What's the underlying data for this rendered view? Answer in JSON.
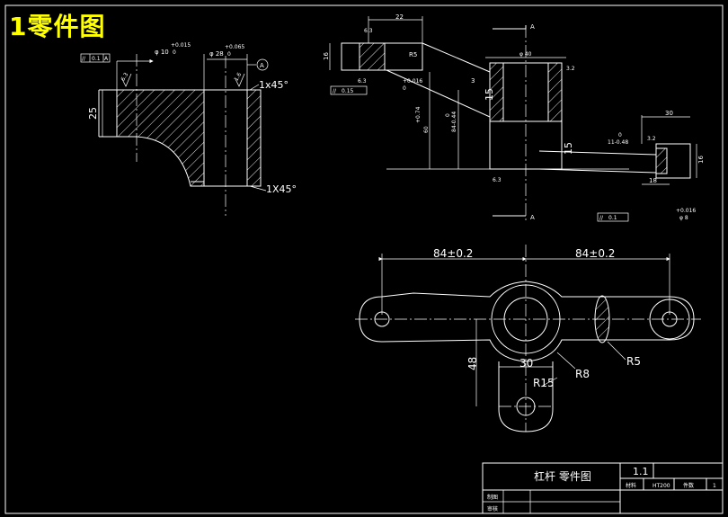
{
  "title": "1零件图",
  "colors": {
    "background": "#000000",
    "lines": "#ffffff",
    "title": "#ffff00"
  },
  "views": {
    "left_section": {
      "flatness_tol": "0.1",
      "datum": "A",
      "dia_small": "φ 10",
      "dia_small_tol_up": "+0.015",
      "dia_small_tol_low": "0",
      "dia_large": "φ 28",
      "dia_large_tol_up": "+0.065",
      "dia_large_tol_low": "0",
      "chamfer_top": "1x45°",
      "chamfer_bottom": "1X45°",
      "height": "25",
      "finish_1": "6.3",
      "finish_2": "1.6"
    },
    "right_section": {
      "dim_top": "22",
      "dim_16": "16",
      "r_small": "R5",
      "label_3": "3",
      "dim_15a": "15",
      "dim_15b": "15",
      "dim_40": "φ 40",
      "tol_015": "0.15",
      "tol_016": "+0.016",
      "tol_016_low": "0",
      "tol_46": "+0.74",
      "dim_84": "84-0.44",
      "dim_0": "0",
      "dim_60": "60",
      "dim_11": "11-0.48",
      "dim_11_up": "0",
      "dim_30": "30",
      "dim_18": "18",
      "dim_16b": "16",
      "tol_right_up": "+0.016",
      "dia_right": "φ 8",
      "flat_tol_right": "0.1",
      "section_A_top": "A",
      "section_A_bot": "A",
      "finish_a": "6.3",
      "finish_b": "3.2",
      "finish_c": "6.3",
      "finish_d": "6.3",
      "finish_e": "3.2"
    },
    "plan_view": {
      "dim_left": "84±0.2",
      "dim_right": "84±0.2",
      "dim_48": "48",
      "dim_30": "30",
      "r15": "R15",
      "r8": "R8",
      "r5": "R5"
    }
  },
  "title_block": {
    "part_name": "杠杆 零件图",
    "scale": "1.1",
    "material_label": "材料",
    "material": "HT200",
    "quantity_label": "件数",
    "quantity": "1",
    "drawn_label": "制图",
    "checked_label": "审核"
  }
}
